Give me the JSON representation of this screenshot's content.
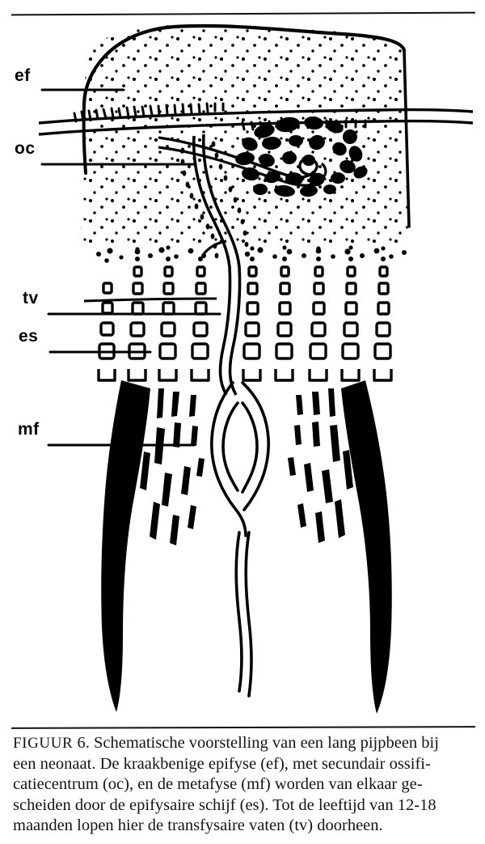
{
  "figure": {
    "title_prefix": "FIGUUR",
    "number": "6.",
    "alt": "Schematische doorsnede van een lang pijpbeen bij een neonaat",
    "labels": [
      {
        "key": "ef",
        "text": "ef",
        "meaning": "kraakbenige epifyse"
      },
      {
        "key": "oc",
        "text": "oc",
        "meaning": "secundair ossificatiecentrum"
      },
      {
        "key": "tv",
        "text": "tv",
        "meaning": "transfysaire vaten"
      },
      {
        "key": "es",
        "text": "es",
        "meaning": "epifysaire schijf"
      },
      {
        "key": "mf",
        "text": "mf",
        "meaning": "metafyse"
      }
    ],
    "parts": [
      "epiphysis-cartilage",
      "secondary-ossification-center",
      "epiphyseal-plate",
      "metaphysis",
      "diaphysis-cortex",
      "nutrient-vessel"
    ],
    "colors": {
      "ink": "#000000",
      "paper": "#ffffff"
    }
  },
  "caption": {
    "lines": [
      "6. Schematische voorstelling van een lang pijpbeen bij",
      "een neonaat. De kraakbenige epifyse (ef), met secundair ossifi-",
      "catiecentrum (oc), en de metafyse (mf) worden van elkaar ge-",
      "scheiden door de epifysaire schijf (es). Tot de leeftijd van 12-18",
      "maanden lopen hier de transfysaire vaten (tv) doorheen."
    ],
    "label": "FIGUUR"
  }
}
